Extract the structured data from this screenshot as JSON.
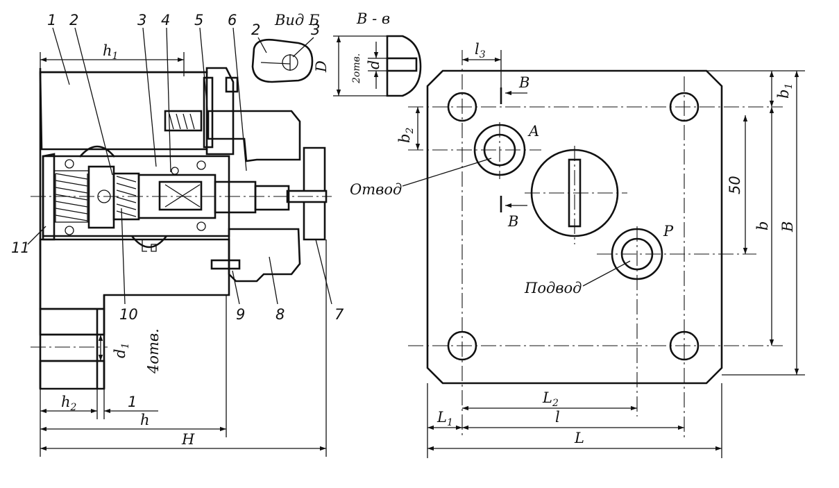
{
  "callouts": [
    "1",
    "2",
    "3",
    "4",
    "5",
    "6",
    "7",
    "8",
    "9",
    "10",
    "11"
  ],
  "section_view": {
    "dims": {
      "h1": "h",
      "h1_sub": "1",
      "h2": "h",
      "h2_sub": "2",
      "one": "1",
      "h": "h",
      "H": "H",
      "d1": "d",
      "d1_sub": "1",
      "holes": "4отв."
    }
  },
  "detail_b": {
    "title": "Вид Б",
    "label_2": "2",
    "label_3": "3"
  },
  "section_vv": {
    "title": "В - в",
    "D": "D",
    "two_holes": "2отв.",
    "d": "d"
  },
  "plan_view": {
    "port_a": "A",
    "port_p": "P",
    "outlet": "Отвод",
    "inlet": "Подвод",
    "section_mark": "В",
    "dims": {
      "l3": "l",
      "l3_sub": "3",
      "b1": "b",
      "b1_sub": "1",
      "b2": "b",
      "b2_sub": "2",
      "fifty": "50",
      "b": "b",
      "B": "B",
      "L2": "L",
      "L2_sub": "2",
      "L1": "L",
      "L1_sub": "1",
      "l": "l",
      "L": "L"
    }
  }
}
